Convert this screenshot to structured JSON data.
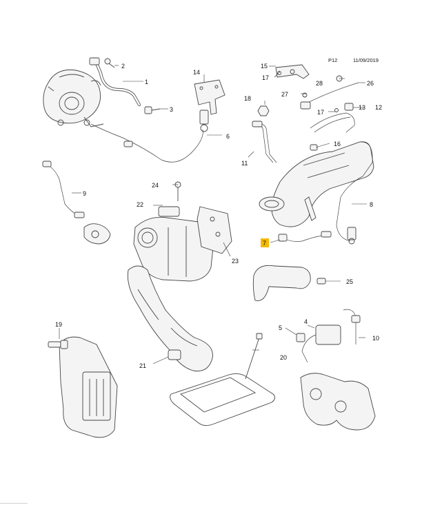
{
  "header": {
    "page": "P12",
    "date": "11/09/2019"
  },
  "highlight_color": "#f5b800",
  "callouts": [
    {
      "id": "c1",
      "label": "1"
    },
    {
      "id": "c2",
      "label": "2"
    },
    {
      "id": "c3",
      "label": "3"
    },
    {
      "id": "c4",
      "label": "4"
    },
    {
      "id": "c5",
      "label": "5"
    },
    {
      "id": "c6",
      "label": "6"
    },
    {
      "id": "c7",
      "label": "7",
      "highlighted": true
    },
    {
      "id": "c8",
      "label": "8"
    },
    {
      "id": "c9",
      "label": "9"
    },
    {
      "id": "c10",
      "label": "10"
    },
    {
      "id": "c11",
      "label": "11"
    },
    {
      "id": "c12",
      "label": "12"
    },
    {
      "id": "c13",
      "label": "13"
    },
    {
      "id": "c14",
      "label": "14"
    },
    {
      "id": "c15",
      "label": "15"
    },
    {
      "id": "c16",
      "label": "16"
    },
    {
      "id": "c17a",
      "label": "17"
    },
    {
      "id": "c17b",
      "label": "17"
    },
    {
      "id": "c18",
      "label": "18"
    },
    {
      "id": "c19",
      "label": "19"
    },
    {
      "id": "c20",
      "label": "20"
    },
    {
      "id": "c21",
      "label": "21"
    },
    {
      "id": "c22",
      "label": "22"
    },
    {
      "id": "c23",
      "label": "23"
    },
    {
      "id": "c24",
      "label": "24"
    },
    {
      "id": "c25",
      "label": "25"
    },
    {
      "id": "c26",
      "label": "26"
    },
    {
      "id": "c27",
      "label": "27"
    },
    {
      "id": "c28",
      "label": "28"
    }
  ]
}
